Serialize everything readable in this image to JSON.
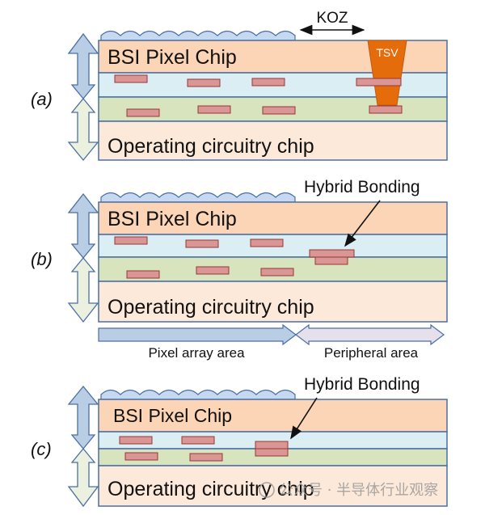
{
  "panels": [
    {
      "id": "a",
      "label": "(a)",
      "top_chip_label": "BSI Pixel Chip",
      "bottom_chip_label": "Operating circuitry chip",
      "koz_label": "KOZ",
      "tsv_label": "TSV"
    },
    {
      "id": "b",
      "label": "(b)",
      "top_chip_label": "BSI Pixel Chip",
      "bottom_chip_label": "Operating circuitry chip",
      "annotation": "Hybrid Bonding",
      "area_left_label": "Pixel array area",
      "area_right_label": "Peripheral area"
    },
    {
      "id": "c",
      "label": "(c)",
      "top_chip_label": "BSI Pixel Chip",
      "bottom_chip_label": "Operating circuitry chip",
      "annotation": "Hybrid Bonding"
    }
  ],
  "watermark": "公众号 · 半导体行业观察",
  "colors": {
    "chip_top": "#fbd5b5",
    "chip_bottom": "#fde9d9",
    "wiring_top": "#dbeef3",
    "wiring_bottom": "#d7e4bd",
    "outline": "#4a6fa5",
    "pad": "#d99694",
    "pad_outline": "#953735",
    "tsv": "#e46c0a",
    "microlens": "#c6d9f1",
    "arrow_up": "#b9cde5",
    "arrow_down": "#ebf1de",
    "peripheral_arrow": "#e6e0ec"
  }
}
